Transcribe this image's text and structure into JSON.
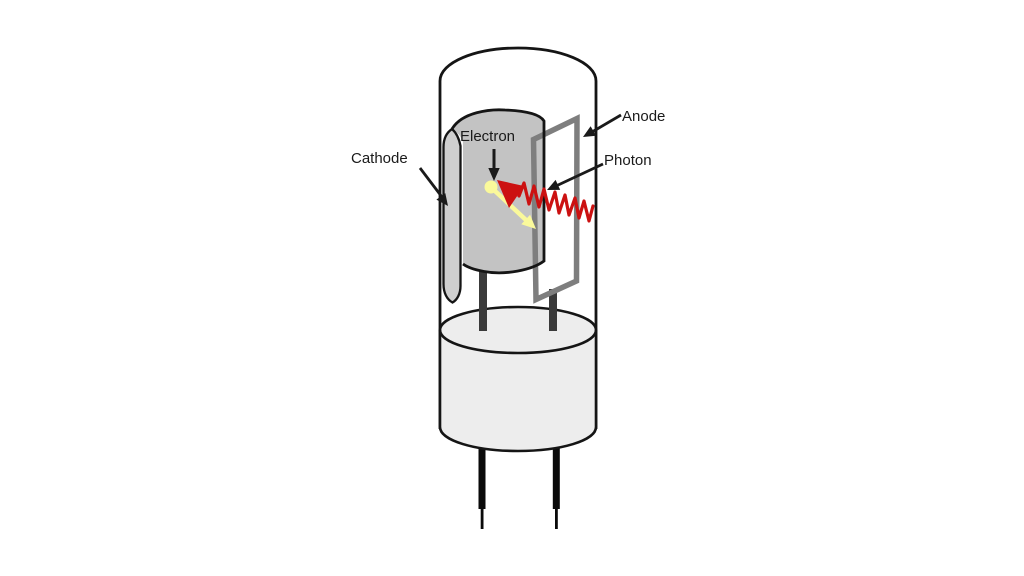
{
  "labels": {
    "cathode": "Cathode",
    "electron": "Electron",
    "anode": "Anode",
    "photon": "Photon"
  },
  "colors": {
    "photon_red": "#CC1111",
    "electron_yellow": "#FAF99B",
    "cathode_gray": "#C3C3C3",
    "cathode_edge_gray": "#CFCFCF",
    "anode_gray": "#7E7E7E",
    "lead_dark_gray": "#3A3A3A",
    "pin_black": "#0A0A0A",
    "base_gray": "#EDEDED",
    "outline": "#151515",
    "background": "#FFFFFF"
  }
}
